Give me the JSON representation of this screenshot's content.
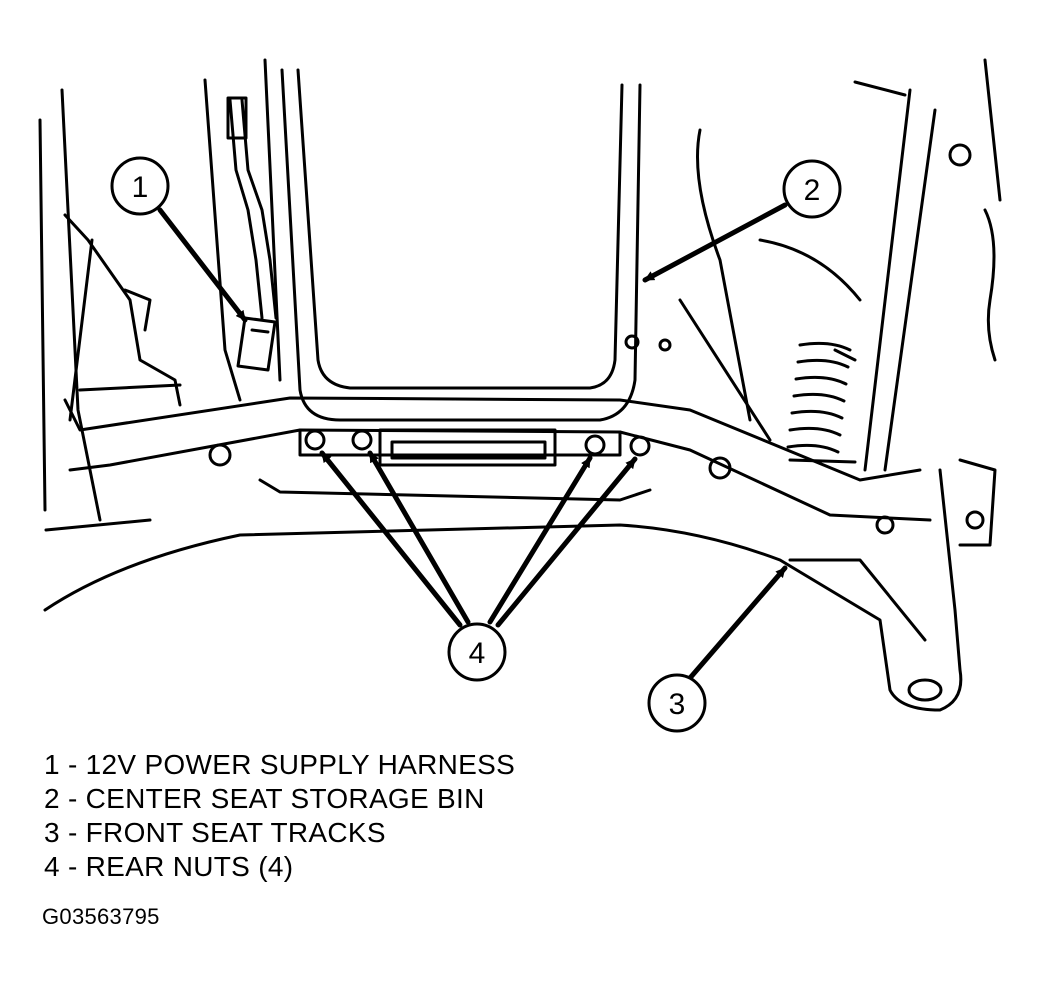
{
  "callouts": [
    "1",
    "2",
    "3",
    "4"
  ],
  "legend": [
    {
      "number": "1",
      "text": "1 - 12V POWER SUPPLY HARNESS"
    },
    {
      "number": "2",
      "text": "2 - CENTER SEAT STORAGE BIN"
    },
    {
      "number": "3",
      "text": "3 - FRONT SEAT TRACKS"
    },
    {
      "number": "4",
      "text": "4 - REAR NUTS (4)"
    }
  ],
  "figure_code": "G03563795",
  "colors": {
    "line": "#000000",
    "background": "#ffffff"
  }
}
